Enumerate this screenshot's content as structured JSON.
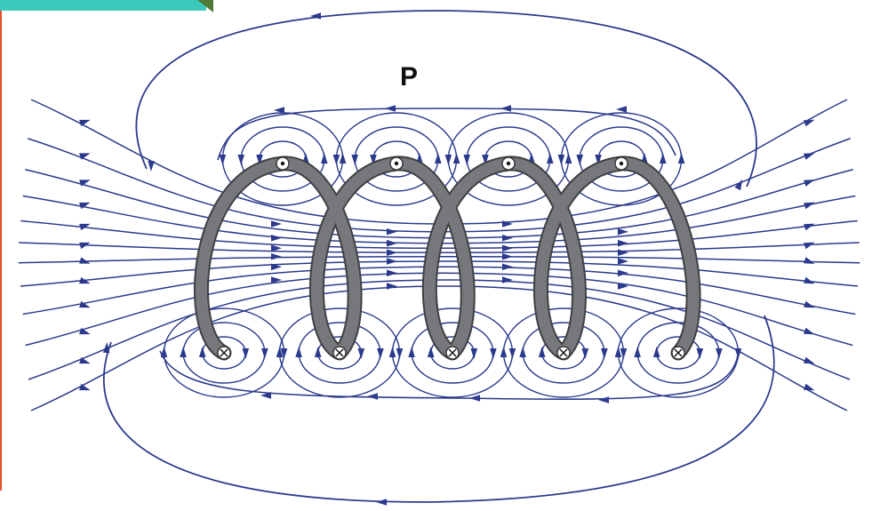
{
  "diagram": {
    "point_label": "P",
    "colors": {
      "field_line": "#2b3a8c",
      "coil": "#77787c",
      "coil_outline": "#3f4044",
      "tab_band": "#3cc9bb",
      "left_edge": "#e4502e"
    },
    "coil": {
      "turns": 4,
      "top_markers": [
        "current-out",
        "current-out",
        "current-out",
        "current-out"
      ],
      "bottom_markers": [
        "current-in",
        "current-in",
        "current-in",
        "current-in",
        "current-in"
      ]
    },
    "field": {
      "interior_direction": "left-to-right",
      "exterior_return_direction": "right-to-left",
      "loops_per_wire": 3
    }
  }
}
